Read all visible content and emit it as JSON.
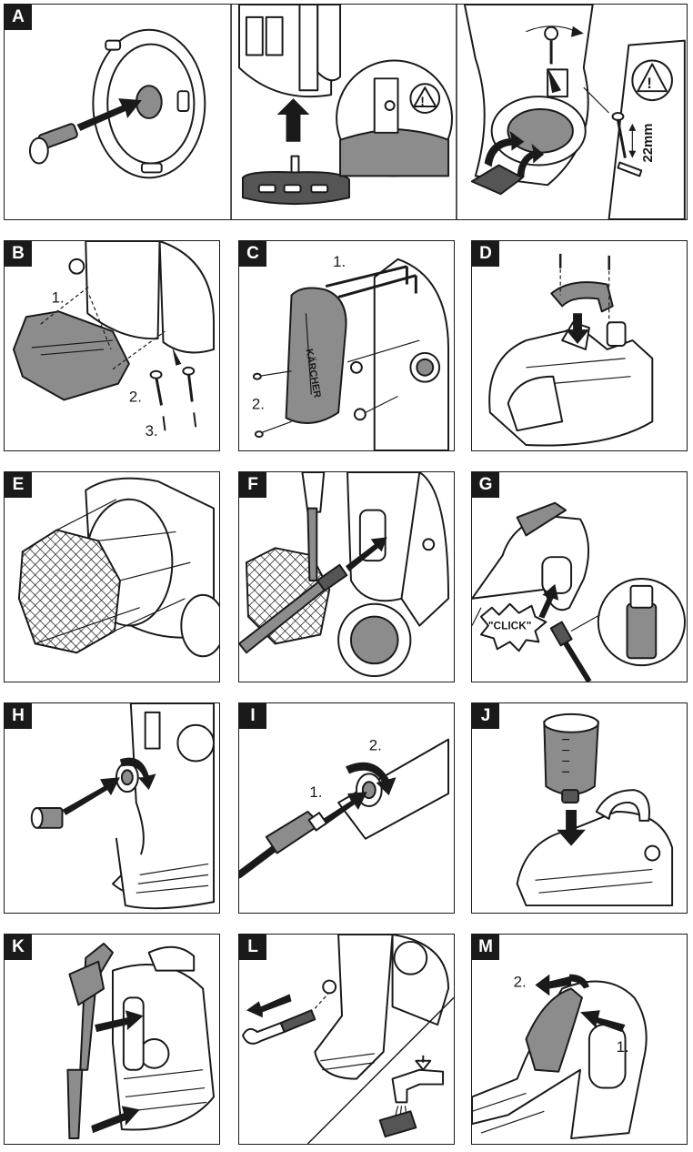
{
  "panels": {
    "A": {
      "letter": "A",
      "dimension": "22mm"
    },
    "B": {
      "letter": "B",
      "steps": [
        "1.",
        "2.",
        "3."
      ]
    },
    "C": {
      "letter": "C",
      "steps": [
        "1.",
        "2."
      ],
      "brand": "KÄRCHER"
    },
    "D": {
      "letter": "D"
    },
    "E": {
      "letter": "E"
    },
    "F": {
      "letter": "F"
    },
    "G": {
      "letter": "G",
      "sound": "\"CLICK\""
    },
    "H": {
      "letter": "H"
    },
    "I": {
      "letter": "I",
      "steps": [
        "1.",
        "2."
      ]
    },
    "J": {
      "letter": "J"
    },
    "K": {
      "letter": "K"
    },
    "L": {
      "letter": "L"
    },
    "M": {
      "letter": "M",
      "steps": [
        "2.",
        "1."
      ]
    }
  },
  "warning": {
    "symbol": "!"
  },
  "colors": {
    "ink": "#1a1a1a",
    "accent_grey": "#8c8c8c"
  }
}
